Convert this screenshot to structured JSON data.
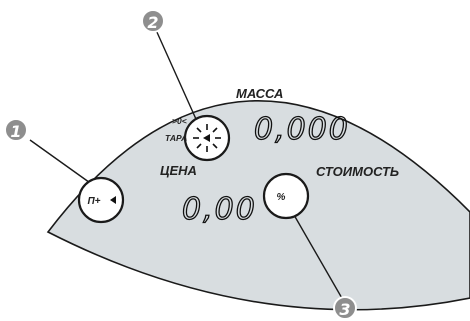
{
  "labels": {
    "mass": "МАССА",
    "price": "ЦЕНА",
    "cost": "СТОИМОСТЬ",
    "zero_indicator": ">0<",
    "tare_indicator": "ТАРА"
  },
  "displays": {
    "mass_value": "0,000",
    "price_value": "0,00"
  },
  "buttons": {
    "left_button_label": "П+",
    "right_button_label": "%"
  },
  "callouts": [
    "1",
    "2",
    "3"
  ],
  "colors": {
    "panel_fill": "#d8dde0",
    "panel_stroke": "#1a1a1a",
    "callout_fill": "#8e8e8e",
    "button_fill": "#ffffff"
  }
}
